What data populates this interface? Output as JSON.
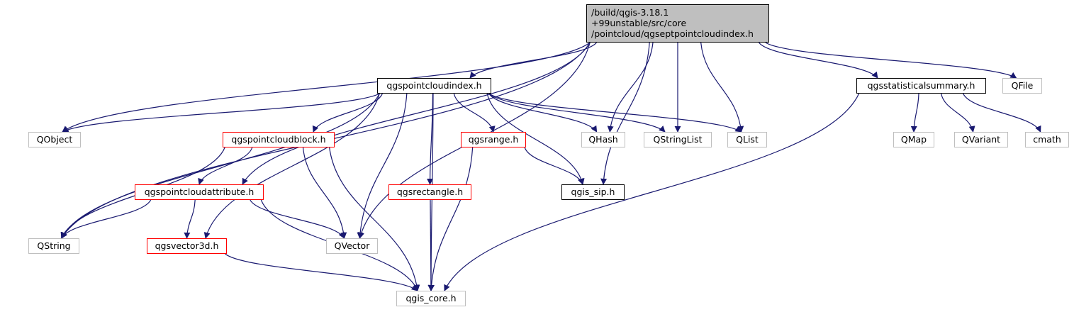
{
  "diagram": {
    "root": {
      "lines": [
        "/build/qgis-3.18.1",
        "+99unstable/src/core",
        "/pointcloud/qgseptpointcloudindex.h"
      ]
    },
    "nodes": [
      {
        "id": "qgspointcloudindex",
        "label": "qgspointcloudindex.h",
        "style": "black"
      },
      {
        "id": "qgsstatisticalsummary",
        "label": "qgsstatisticalsummary.h",
        "style": "black"
      },
      {
        "id": "qfile",
        "label": "QFile",
        "style": "gray"
      },
      {
        "id": "qobject",
        "label": "QObject",
        "style": "gray"
      },
      {
        "id": "qgspointcloudblock",
        "label": "qgspointcloudblock.h",
        "style": "red"
      },
      {
        "id": "qgsrange",
        "label": "qgsrange.h",
        "style": "red"
      },
      {
        "id": "qhash",
        "label": "QHash",
        "style": "gray"
      },
      {
        "id": "qstringlist",
        "label": "QStringList",
        "style": "gray"
      },
      {
        "id": "qlist",
        "label": "QList",
        "style": "gray"
      },
      {
        "id": "qmap",
        "label": "QMap",
        "style": "gray"
      },
      {
        "id": "qvariant",
        "label": "QVariant",
        "style": "gray"
      },
      {
        "id": "cmath",
        "label": "cmath",
        "style": "gray"
      },
      {
        "id": "qgspointcloudattribute",
        "label": "qgspointcloudattribute.h",
        "style": "red"
      },
      {
        "id": "qgsrectangle",
        "label": "qgsrectangle.h",
        "style": "red"
      },
      {
        "id": "qgis_sip",
        "label": "qgis_sip.h",
        "style": "black"
      },
      {
        "id": "qstring",
        "label": "QString",
        "style": "gray"
      },
      {
        "id": "qgsvector3d",
        "label": "qgsvector3d.h",
        "style": "red"
      },
      {
        "id": "qvector",
        "label": "QVector",
        "style": "gray"
      },
      {
        "id": "qgis_core",
        "label": "qgis_core.h",
        "style": "gray"
      }
    ],
    "edges": [
      [
        "root",
        "qgspointcloudindex"
      ],
      [
        "root",
        "qgsstatisticalsummary"
      ],
      [
        "root",
        "qfile"
      ],
      [
        "root",
        "qobject"
      ],
      [
        "root",
        "qhash"
      ],
      [
        "root",
        "qstringlist"
      ],
      [
        "root",
        "qlist"
      ],
      [
        "root",
        "qgis_sip"
      ],
      [
        "root",
        "qvector"
      ],
      [
        "root",
        "qgspointcloudattribute"
      ],
      [
        "root",
        "qstring"
      ],
      [
        "qgspointcloudindex",
        "qobject"
      ],
      [
        "qgspointcloudindex",
        "qgspointcloudblock"
      ],
      [
        "qgspointcloudindex",
        "qgsrange"
      ],
      [
        "qgspointcloudindex",
        "qhash"
      ],
      [
        "qgspointcloudindex",
        "qstringlist"
      ],
      [
        "qgspointcloudindex",
        "qlist"
      ],
      [
        "qgspointcloudindex",
        "qgis_sip"
      ],
      [
        "qgspointcloudindex",
        "qgsrectangle"
      ],
      [
        "qgspointcloudindex",
        "qvector"
      ],
      [
        "qgspointcloudindex",
        "qgis_core"
      ],
      [
        "qgspointcloudindex",
        "qstring"
      ],
      [
        "qgspointcloudindex",
        "qgsvector3d"
      ],
      [
        "qgsstatisticalsummary",
        "qmap"
      ],
      [
        "qgsstatisticalsummary",
        "qvariant"
      ],
      [
        "qgsstatisticalsummary",
        "cmath"
      ],
      [
        "qgsstatisticalsummary",
        "qgis_core"
      ],
      [
        "qgspointcloudblock",
        "qgspointcloudattribute"
      ],
      [
        "qgspointcloudblock",
        "qstring"
      ],
      [
        "qgspointcloudblock",
        "qvector"
      ],
      [
        "qgspointcloudblock",
        "qgis_core"
      ],
      [
        "qgsrange",
        "qgis_sip"
      ],
      [
        "qgsrange",
        "qgis_core"
      ],
      [
        "qgspointcloudattribute",
        "qstring"
      ],
      [
        "qgspointcloudattribute",
        "qgsvector3d"
      ],
      [
        "qgspointcloudattribute",
        "qvector"
      ],
      [
        "qgspointcloudattribute",
        "qgis_core"
      ],
      [
        "qgsrectangle",
        "qgis_core"
      ],
      [
        "qgsvector3d",
        "qgis_core"
      ]
    ],
    "colors": {
      "edge": "#191970",
      "root_fill": "#bfbfbf",
      "black_border": "#000000",
      "red_border": "#ff0000",
      "gray_border": "#bfbfbf"
    }
  }
}
